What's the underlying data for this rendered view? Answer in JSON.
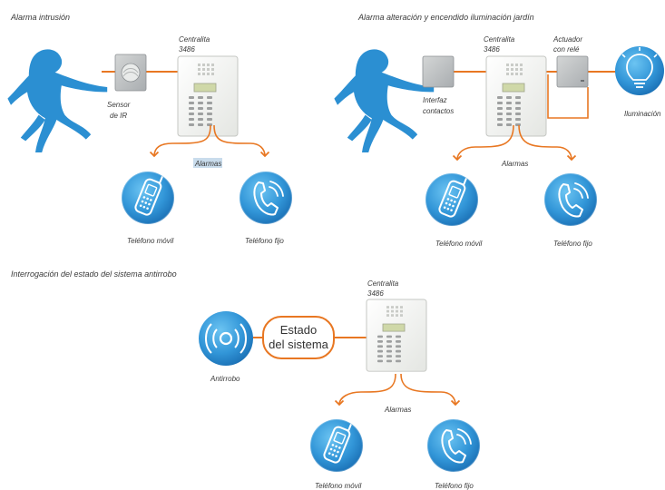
{
  "sections": {
    "intrusion": {
      "title": "Alarma intrusión",
      "panel_label_1": "Centralita",
      "panel_label_2": "3486",
      "sensor_label_1": "Sensor",
      "sensor_label_2": "de IR",
      "alarms_label": "Alarmas",
      "mobile_label": "Teléfono móvil",
      "landline_label": "Teléfono fijo"
    },
    "garden": {
      "title": "Alarma alteración y encendido iluminación jardín",
      "panel_label_1": "Centralita",
      "panel_label_2": "3486",
      "interface_label_1": "Interfaz",
      "interface_label_2": "contactos",
      "actuator_label_1": "Actuador",
      "actuator_label_2": "con relé",
      "lighting_label": "Iluminación",
      "alarms_label": "Alarmas",
      "mobile_label": "Teléfono móvil",
      "landline_label": "Teléfono fijo"
    },
    "query": {
      "title": "Interrogación del estado del sistema antirrobo",
      "panel_label_1": "Centralita",
      "panel_label_2": "3486",
      "state_line_1": "Estado",
      "state_line_2": "del sistema",
      "antitheft_label": "Antirrobo",
      "alarms_label": "Alarmas",
      "mobile_label": "Teléfono móvil",
      "landline_label": "Teléfono fijo"
    }
  },
  "colors": {
    "accent_orange": "#e87722",
    "icon_blue": "#3a9fdc",
    "icon_blue_dark": "#1d73b8",
    "figure_blue": "#2b8fd2"
  },
  "icons": [
    "intruder-figure",
    "ir-sensor",
    "control-panel",
    "mobile-phone-icon",
    "landline-phone-icon",
    "contact-interface",
    "relay-actuator",
    "light-bulb-icon",
    "antitheft-signal-icon"
  ]
}
